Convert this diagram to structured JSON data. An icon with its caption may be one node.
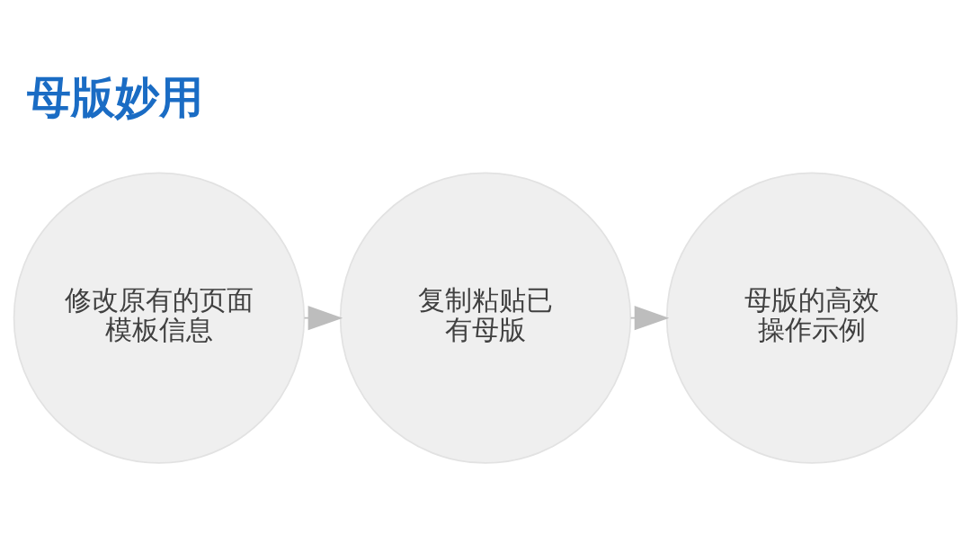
{
  "diagram": {
    "title": "母版妙用",
    "nodes": [
      {
        "text": [
          "修改原有的页面模板信息"
        ]
      },
      {
        "text": [
          "复制粘贴已有母版"
        ]
      },
      {
        "text": [
          "母版的高效操作示例"
        ]
      }
    ],
    "edges": [
      {
        "from": 0,
        "to": 1,
        "arrow": "to"
      },
      {
        "from": 1,
        "to": 2,
        "arrow": "to"
      }
    ]
  }
}
